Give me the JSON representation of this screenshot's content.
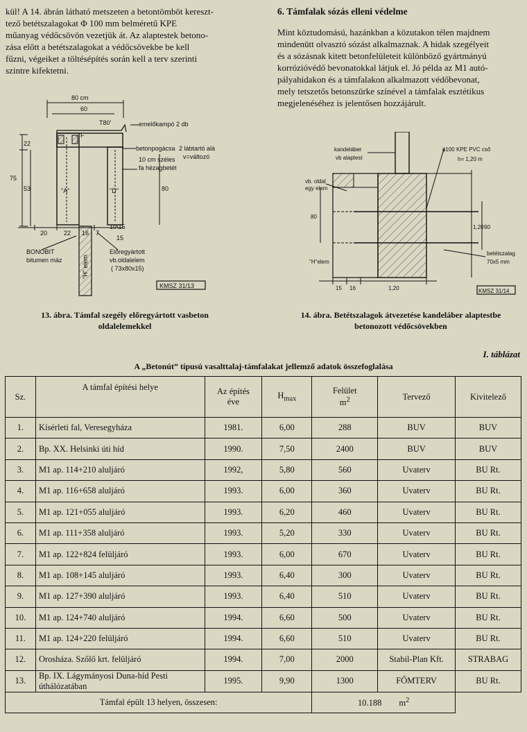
{
  "left_column": {
    "lines": [
      "kül! A 14. ábrán látható metszeten a betontömböt kereszt-",
      "tező betétszalagokat Φ 100 mm belméretű KPE",
      "műanyag védőcsövön vezetjük át. Az alaptestek betono-",
      "zása előtt a betétszalagokat a védőcsövekbe be kell",
      "fűzni, végeiket a töltésépítés során kell a terv szerinti",
      "szintre kifektetni."
    ]
  },
  "right_column": {
    "heading": "6.  Támfalak sózás elleni védelme",
    "lines": [
      "Mint köztudomású, hazánkban a közutakon télen majdnem",
      "mindenütt olvasztó sózást alkalmaznak. A hidak szegélyeit",
      "és a sózásnak kitett betonfelületeit különböző gyártmányú",
      "korrózióvédő bevonatokkal látjuk el. Jó példa az M1 autó-",
      "pályahidakon és a támfalakon alkalmazott védőbevonat,",
      "mely tetszetős betonszürke színével a támfalak esztétikus",
      "megjelenéséhez is jelentősen hozzájárult."
    ]
  },
  "figure13": {
    "labels": {
      "dim_80cm": "80 cm",
      "dim_60": "60",
      "t80": "T80'",
      "emelokampo": "emelőkampó 2 db",
      "betonpogacsa": "betonpogácsa",
      "labtarto": "2 lábtartó alá",
      "valtozo": "v=változó",
      "szeles1": "10 cm széles",
      "szeles2": "fa hézagbetét",
      "f": "F",
      "a": "\"A\"",
      "d": "\"D\"",
      "d22": "22",
      "d75": "75",
      "d53": "53",
      "d80v": "80",
      "d20": "20",
      "d22b": "22",
      "d16": "16",
      "d7": "7",
      "d1015": "10\\15",
      "d15": "15",
      "bonobit1": "BONOBIT",
      "bonobit2": "bitumen máz",
      "h_elem": "\"H\" elem",
      "eloregy1": "Előregyártott",
      "eloregy2": "vb.oldalelem",
      "eloregy3": "( 73x80x15)",
      "kmsz": "KMSZ 31/13"
    },
    "caption_lines": [
      "13. ábra. Támfal szegély előregyártott vasbeton",
      "oldalelemekkel"
    ]
  },
  "figure14": {
    "labels": {
      "kandelaber": "kandeláber",
      "vb_alaptest": "vb alaptest",
      "pvc": "ɸ100 KPE PVC cső",
      "h120": "h= 1,20 m",
      "vb_oldal1": "vb. oldal",
      "vb_oldal2": "egy elem",
      "d80": "80",
      "d120": "1,20",
      "d90": "90",
      "betetszalag1": "betétszalag",
      "betetszalag2": "70x5 mm",
      "h_elem": "\"H\"elem",
      "d15": "15",
      "d16": "16",
      "d120b": "1,20",
      "kmsz": "KMSZ 31/14"
    },
    "caption_lines": [
      "14. ábra. Betétszalagok átvezetése kandeláber alaptestbe",
      "betonozott védőcsövekben"
    ]
  },
  "table": {
    "number": "I. táblázat",
    "title": "A „Betonút” típusú vasalttalaj-támfalakat jellemző adatok összefoglalása",
    "headers": {
      "sz": "Sz.",
      "hely": "A támfal építési helye",
      "ev1": "Az építés",
      "ev2": "éve",
      "hmax_h": "H",
      "hmax_sub": "max",
      "felulet1": "Felület",
      "felulet2": "m",
      "felulet_sup": "2",
      "tervezo": "Tervező",
      "kivitelezo": "Kivitelező"
    },
    "rows": [
      {
        "sz": "1.",
        "hely": "Kísérleti fal, Veresegyháza",
        "ev": "1981.",
        "hmax": "6,00",
        "felulet": "288",
        "tervezo": "BUV",
        "kivitelezo": "BUV"
      },
      {
        "sz": "2.",
        "hely": "Bp. XX. Helsinki úti híd",
        "ev": "1990.",
        "hmax": "7,50",
        "felulet": "2400",
        "tervezo": "BUV",
        "kivitelezo": "BUV"
      },
      {
        "sz": "3.",
        "hely": "M1 ap. 114+210 aluljáró",
        "ev": "1992,",
        "hmax": "5,80",
        "felulet": "560",
        "tervezo": "Uvaterv",
        "kivitelezo": "BU Rt."
      },
      {
        "sz": "4.",
        "hely": "M1 ap. 116+658 aluljáró",
        "ev": "1993.",
        "hmax": "6,00",
        "felulet": "360",
        "tervezo": "Uvaterv",
        "kivitelezo": "BU Rt."
      },
      {
        "sz": "5.",
        "hely": "M1 ap. 121+055 aluljáró",
        "ev": "1993.",
        "hmax": "6,20",
        "felulet": "460",
        "tervezo": "Uvaterv",
        "kivitelezo": "BU Rt."
      },
      {
        "sz": "6.",
        "hely": "M1 ap. 111+358 aluljáró",
        "ev": "1993.",
        "hmax": "5,20",
        "felulet": "330",
        "tervezo": "Uvaterv",
        "kivitelezo": "BU Rt."
      },
      {
        "sz": "7.",
        "hely": "M1 ap. 122+824 felüljáró",
        "ev": "1993.",
        "hmax": "6,00",
        "felulet": "670",
        "tervezo": "Uvaterv",
        "kivitelezo": "BU Rt."
      },
      {
        "sz": "8.",
        "hely": "M1 ap. 108+145 aluljáró",
        "ev": "1993.",
        "hmax": "6,40",
        "felulet": "300",
        "tervezo": "Uvaterv",
        "kivitelezo": "BU Rt."
      },
      {
        "sz": "9.",
        "hely": "M1 ap. 127+390 aluljáró",
        "ev": "1993.",
        "hmax": "6,40",
        "felulet": "510",
        "tervezo": "Uvaterv",
        "kivitelezo": "BU Rt."
      },
      {
        "sz": "10.",
        "hely": "M1 ap. 124+740 aluljáró",
        "ev": "1994.",
        "hmax": "6,60",
        "felulet": "500",
        "tervezo": "Uvaterv",
        "kivitelezo": "BU Rt."
      },
      {
        "sz": "11.",
        "hely": "M1 ap. 124+220 felüljáró",
        "ev": "1994.",
        "hmax": "6,60",
        "felulet": "510",
        "tervezo": "Uvaterv",
        "kivitelezo": "BU Rt."
      },
      {
        "sz": "12.",
        "hely": "Orosháza. Szőlő krt. felüljáró",
        "ev": "1994.",
        "hmax": "7,00",
        "felulet": "2000",
        "tervezo": "Stabil-Plan Kft.",
        "kivitelezo": "STRABAG"
      },
      {
        "sz": "13.",
        "hely": "Bp. IX. Lágymányosi Duna-híd Pesti úthálózatában",
        "ev": "1995.",
        "hmax": "9,90",
        "felulet": "1300",
        "tervezo": "FŐMTERV",
        "kivitelezo": "BU Rt."
      }
    ],
    "total": {
      "label": "Támfal épült 13 helyen, összesen:",
      "value": "10.188",
      "unit": "m",
      "unit_sup": "2"
    }
  }
}
